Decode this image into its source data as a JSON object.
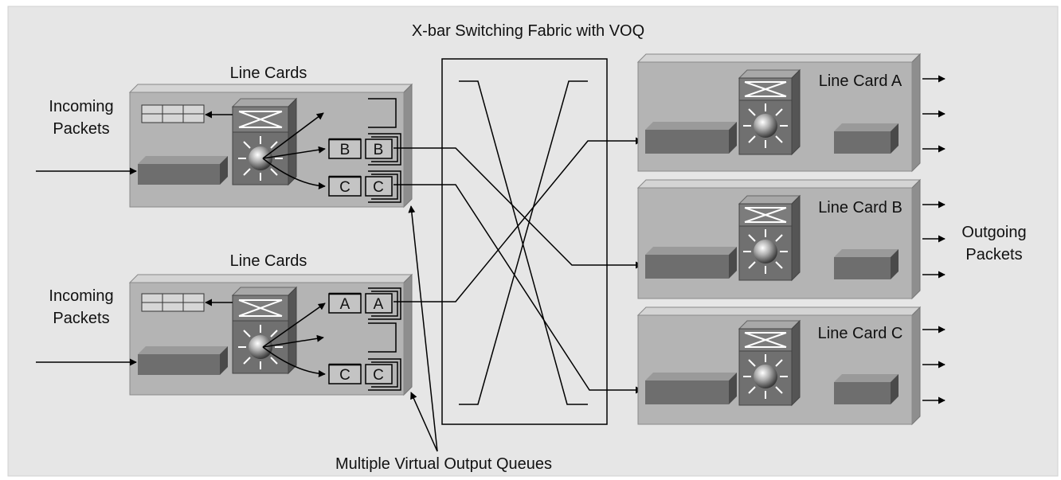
{
  "title": "X-bar Switching Fabric with VOQ",
  "left_cards": [
    {
      "label": "Line Cards",
      "incoming_line1": "Incoming",
      "incoming_line2": "Packets",
      "queues": [
        "B",
        "B",
        "C",
        "C"
      ]
    },
    {
      "label": "Line Cards",
      "incoming_line1": "Incoming",
      "incoming_line2": "Packets",
      "queues": [
        "A",
        "A",
        "C",
        "C"
      ]
    }
  ],
  "right_cards": [
    {
      "label": "Line Card A"
    },
    {
      "label": "Line Card B"
    },
    {
      "label": "Line Card C"
    }
  ],
  "outgoing_line1": "Outgoing",
  "outgoing_line2": "Packets",
  "voq_label": "Multiple Virtual Output Queues",
  "colors": {
    "background": "#e6e6e6",
    "card_face": "#b4b4b4",
    "dark_block": "#6e6e6e",
    "line": "#000000"
  }
}
